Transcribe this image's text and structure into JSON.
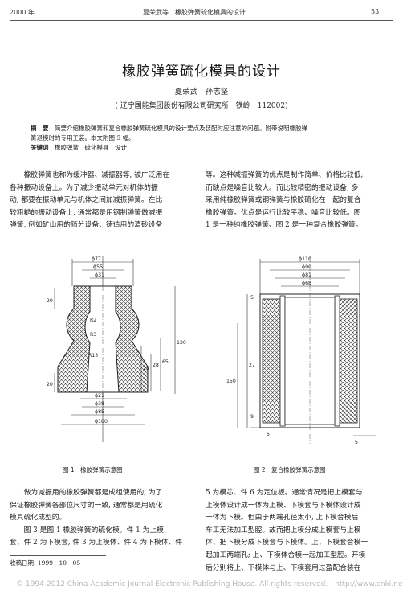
{
  "header": {
    "year": "2000 年",
    "running_title": "夏荣武等　橡胶弹簧硫化模具的设计",
    "page_number": "53"
  },
  "article": {
    "title": "橡胶弹簧硫化模具的设计",
    "authors": "夏荣武　孙志坚",
    "affiliation": "( 辽宁国能集团股份有限公司研究所　铁岭　112002)",
    "abstract_label": "摘　要",
    "abstract_line1": "简要介绍橡胶弹簧和复合橡胶弹簧硫化模具的设计要点及装配时应注意的问题。附带说明橡胶弹",
    "abstract_line2": "簧退模时的专用工装。本文附图 5 幅。",
    "keywords_label": "关键词",
    "keywords": "橡胶弹簧　硫化模具　设计"
  },
  "body": {
    "left_top": [
      "　　橡胶弹簧也称为缓冲器、减振器等, 被广泛用在",
      "各种振动设备上。为了减少振动单元对机体的振",
      "动, 都要在振动单元与机体之间加减振弹簧。在比",
      "较粗糙的振动设备上, 通常都是用钢制弹簧做减振",
      "弹簧, 例如矿山用的筛分设备、铸造用的清砂设备"
    ],
    "right_top": [
      "等。这种减振弹簧的优点是制作简单、价格比较低;",
      "而缺点是噪音比较大。而比较精密的振动设备, 多",
      "采用纯橡胶弹簧或钢弹簧与橡胶硫化在一起的复合",
      "橡胶弹簧。优点是运行比较平稳、噪音比较低。图",
      "1 是一种纯橡胶弹簧、图 2 是一种复合橡胶弹簧。"
    ],
    "left_bottom": [
      "　　做为减振用的橡胶弹簧都是成组使用的, 为了",
      "保证橡胶弹簧各部位尺寸的一致, 通常都是用硫化",
      "模具硫化成型的。",
      "　　图 3 是图 1 橡胶弹簧的硫化模。件 1 为上模",
      "套、件 2 为下模套, 件 3 为上模体、件 4 为下模体、件"
    ],
    "right_bottom": [
      "5 为模芯、件 6 为定位板。通常情况是把上模套与",
      "上模体设计成一体为上模、下模套与下模体设计成",
      "一体为下模。但由于两端孔径太小, 上下模合模后",
      "车工无法加工型腔。故而把上模分成上模套与上模",
      "体、把下模分成下模套与下模体。上、下模套合模一",
      "起加工两端孔; 上、下模体合模一起加工型腔。开模",
      "后分别将上、下模体与上、下模套用过盈配合装在一"
    ],
    "received": "收稿日期: 1999－10－05"
  },
  "figure1": {
    "caption": "图 1　橡胶弹簧示意图",
    "dims": [
      "ϕ77",
      "ϕ55",
      "ϕ31",
      "20",
      "R2",
      "R3",
      "R13",
      "25",
      "28",
      "65",
      "130",
      "20",
      "ϕ21",
      "ϕ38",
      "ϕ85",
      "ϕ100"
    ]
  },
  "figure2": {
    "caption": "图 2　复合橡胶弹簧示意图",
    "dims": [
      "ϕ110",
      "ϕ90",
      "ϕ81",
      "ϕ68",
      "5",
      "27",
      "150",
      "9",
      "5",
      "5"
    ]
  },
  "watermark": "© 1994-2012 China Academic Journal Electronic Publishing House. All rights reserved.　http://www.cnki.net"
}
